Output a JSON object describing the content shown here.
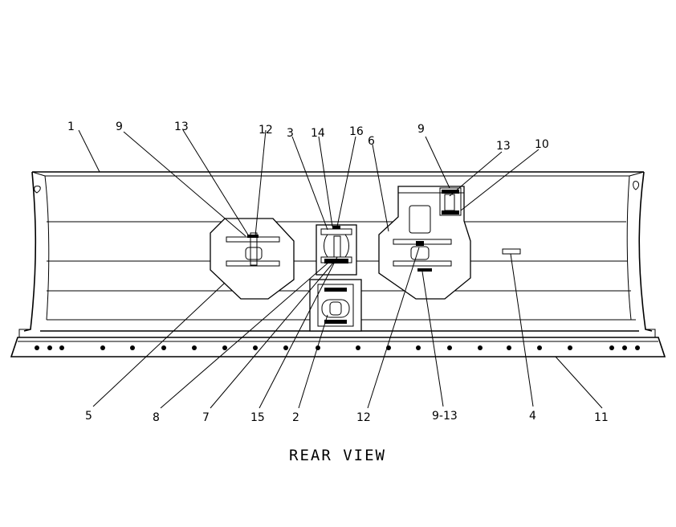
{
  "diagram": {
    "view_title": "REAR VIEW",
    "callouts": {
      "c1": "1",
      "c9a": "9",
      "c13a": "13",
      "c12a": "12",
      "c3": "3",
      "c14": "14",
      "c16": "16",
      "c6": "6",
      "c9b": "9",
      "c13b": "13",
      "c10": "10",
      "c5": "5",
      "c8": "8",
      "c7": "7",
      "c15": "15",
      "c2": "2",
      "c12b": "12",
      "c9_13": "9-13",
      "c4": "4",
      "c11": "11"
    }
  }
}
